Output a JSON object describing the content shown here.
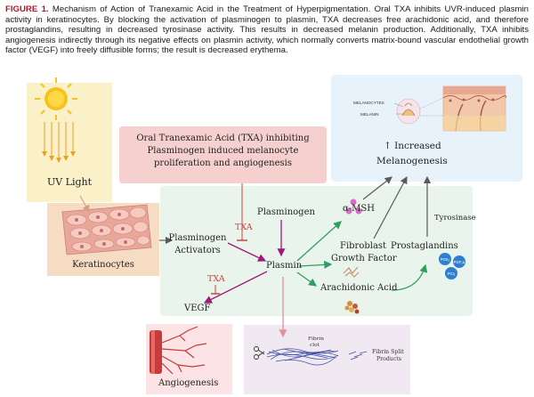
{
  "caption": {
    "label": "FIGURE 1.",
    "text": "Mechanism of Action of Tranexamic Acid in the Treatment of Hyperpigmentation. Oral TXA inhibits UVR-induced plasmin activity in keratinocytes. By blocking the activation of plasminogen to plasmin, TXA decreases free arachidonic acid, and therefore prostaglandins, resulting in decreased tyrosinase activity. This results in decreased melanin production. Additionally, TXA inhibits angiogenesis indirectly through its negative effects on plasmin activity, which normally converts matrix-bound vascular endothelial growth factor (VEGF) into freely diffusible forms; the result is decreased erythema."
  },
  "nodes": {
    "uv_light": "UV Light",
    "keratinocytes": "Keratinocytes",
    "txa_box": [
      "Oral Tranexamic Acid (TXA) inhibiting",
      "Plasminogen induced melanocyte",
      "proliferation and angiogenesis"
    ],
    "plasminogen": "Plasminogen",
    "plasminogen_activators": [
      "Plasminogen",
      "Activators"
    ],
    "plasmin": "Plasmin",
    "alpha_msh": "α-MSH",
    "fibroblast_gf": [
      "Fibroblast",
      "Growth Factor"
    ],
    "prostaglandins": "Prostaglandins",
    "tyrosinase": "Tyrosinase",
    "arachidonic_acid": "Arachidonic Acid",
    "vegf": "VEGF",
    "angiogenesis": "Angiogenesis",
    "increased_melanogenesis": [
      "↑ Increased",
      "Melanogenesis"
    ],
    "txa_label_1": "TXA",
    "txa_label_2": "TXA"
  },
  "illustration_labels": {
    "melanocytes": "MELANOCYTES",
    "melanin": "MELANIN",
    "fibrin_clot": [
      "Fibrin",
      "clot"
    ],
    "fibrin_split": [
      "Fibrin Split",
      "Products"
    ],
    "pg_badges": [
      "PGE₂",
      "PGF₂α",
      "PGI₂"
    ]
  },
  "colors": {
    "caption_label": "#b0162b",
    "txa_red": "#d2403d",
    "green_arrow": "#2f9e63",
    "purple_arrow": "#a1197a",
    "gray_arrow": "#5a5a5a",
    "pink_arrow": "#e0929b"
  }
}
